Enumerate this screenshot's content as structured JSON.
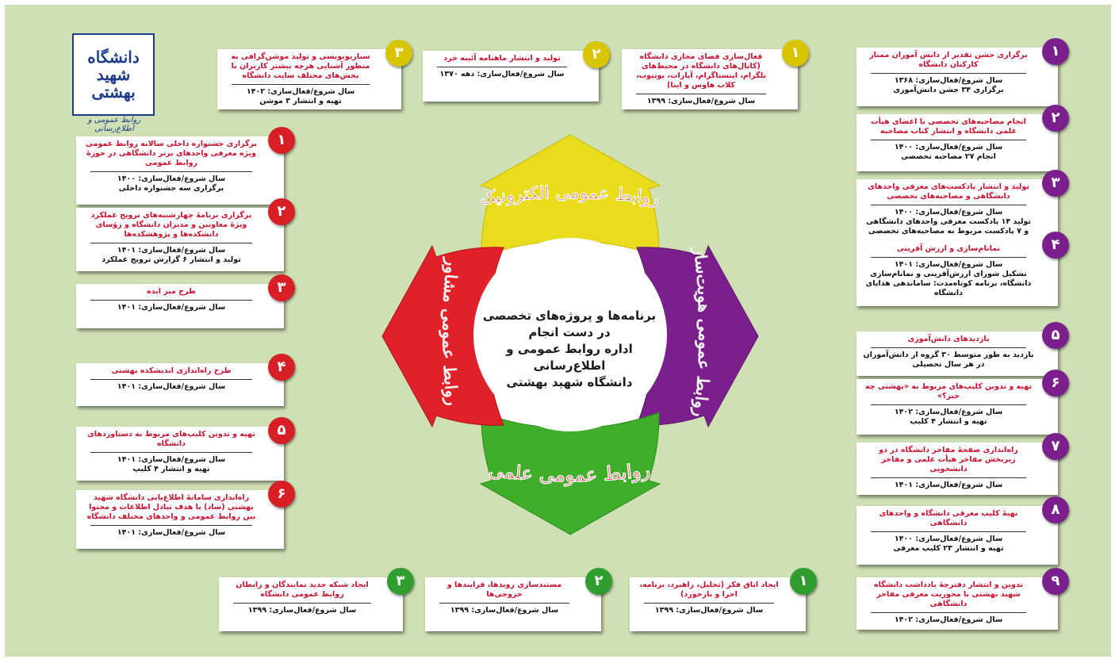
{
  "center_title": [
    "برنامه‌ها و پروژه‌های تخصصی",
    "در دست انجام",
    "اداره روابط عمومی و اطلاع‌رسانی",
    "دانشگاه شهید بهشتی"
  ],
  "logo": {
    "text": "دانشگاه شهید بهشتی",
    "subtitle": "روابط عمومی و اطلاع‌رسانی"
  },
  "sectors": {
    "top": {
      "label": "روابط عمومی الکترونیک",
      "color": "#e9dc1c"
    },
    "right": {
      "label": "روابط عمومی هویت‌ساز",
      "color": "#7a1f8c"
    },
    "bottom": {
      "label": "روابط عمومی علمی",
      "color": "#3fae2a"
    },
    "left": {
      "label": "روابط عمومی مشاور",
      "color": "#e0212a"
    }
  },
  "top_cards": [
    {
      "num": "۱",
      "title": "فعال‌سازی فضای مجازی دانشگاه (کانال‌های دانشگاه در محیط‌های تلگرام، اینستاگرام، آپارات، یوتیوب، کلاب هاوس و ایتا)",
      "details": [
        "سال شروع/فعال‌سازی: ۱۳۹۹"
      ]
    },
    {
      "num": "۲",
      "title": "تولید و انتشار ماهنامه آئینه خرد",
      "details": [
        "سال شروع/فعال‌سازی: دهه ۱۳۷۰"
      ]
    },
    {
      "num": "۳",
      "title": "سناریونویسی و تولید موشن‌گرافی به منظور آشنایی هرچه بیشتر کاربران با بخش‌های مختلف سایت دانشگاه",
      "details": [
        "سال شروع/فعال‌سازی: ۱۴۰۲",
        "تهیه و انتشار ۳ موشن"
      ]
    }
  ],
  "bottom_cards": [
    {
      "num": "۱",
      "title": "ایجاد اتاق فکر (تحلیل، راهبرد، برنامه، اجرا و بازخورد)",
      "details": [
        "سال شروع/فعال‌سازی: ۱۳۹۹"
      ]
    },
    {
      "num": "۲",
      "title": "مستندسازی روندها، فرایندها و خروجی‌ها",
      "details": [
        "سال شروع/فعال‌سازی: ۱۳۹۹"
      ]
    },
    {
      "num": "۳",
      "title": "ایجاد شبکه جدید نمایندگان و رابطان روابط عمومی دانشگاه",
      "details": [
        "سال شروع/فعال‌سازی: ۱۳۹۹"
      ]
    }
  ],
  "left_cards": [
    {
      "num": "۱",
      "title": "برگزاری جشنواره داخلی سالانه روابط عمومی ویژه معرفی واحدهای برتر دانشگاهی در حوزهٔ روابط عمومی",
      "details": [
        "سال شروع/فعال‌سازی: ۱۴۰۰",
        "برگزاری سه جشنواره داخلی"
      ]
    },
    {
      "num": "۲",
      "title": "برگزاری برنامهٔ چهارشنبه‌های ترویج عملکرد ویژهٔ معاونین و مدیران دانشگاه و رؤسای دانشکده‌ها و پژوهشکده‌ها",
      "details": [
        "سال شروع/فعال‌سازی: ۱۴۰۱",
        "تولید و انتشار ۶ گزارش ترویج عملکرد"
      ]
    },
    {
      "num": "۳",
      "title": "طرح میز ایده",
      "details": [
        "سال شروع/فعال‌سازی: ۱۴۰۱"
      ]
    },
    {
      "num": "۴",
      "title": "طرح راه‌اندازی اندیشکده بهشتی",
      "details": [
        "سال شروع/فعال‌سازی: ۱۴۰۱"
      ]
    },
    {
      "num": "۵",
      "title": "تهیه و تدوین کلیپ‌های مربوط به دستاوردهای دانشگاه",
      "details": [
        "سال شروع/فعال‌سازی: ۱۴۰۱",
        "تهیه و انتشار ۴ کلیپ"
      ]
    },
    {
      "num": "۶",
      "title": "راه‌اندازی سامانهٔ اطلاع‌یابی دانشگاه شهید بهشتی (ساد) با هدف تبادل اطلاعات و محتوا بین روابط عمومی و واحدهای مختلف دانشگاه",
      "details": [
        "سال شروع/فعال‌سازی: ۱۴۰۱"
      ]
    }
  ],
  "right_cards": [
    {
      "num": "۱",
      "title": "برگزاری جشن تقدیر از دانش آموزان ممتاز کارکنان دانشگاه",
      "details": [
        "سال شروع/فعال‌سازی: ۱۳۶۸",
        "برگزاری ۳۴ جشن دانش‌آموزی"
      ]
    },
    {
      "num": "۲",
      "title": "انجام مصاحبه‌های تخصصی با اعضای هیأت علمی دانشگاه و انتشار کتاب مصاحبه",
      "details": [
        "سال شروع/فعال‌سازی: ۱۴۰۰",
        "انجام ۲۷ مصاحبه تخصصی"
      ]
    },
    {
      "num": "۳",
      "title": "تولید و انتشار پادکست‌های معرفی واحدهای دانشگاهی و مصاحبه‌های تخصصی",
      "details": [
        "سال شروع/فعال‌سازی: ۱۴۰۰",
        "تولید ۱۴ پادکست معرفی واحدهای دانشگاهی و ۷ پادکست مربوط به مصاحبه‌های تخصصی"
      ]
    },
    {
      "num": "۴",
      "title": "نمانام‌سازی و ارزش آفرینی",
      "details": [
        "سال شروع/فعال‌سازی: ۱۴۰۱",
        "تشکیل شورای ارزش‌آفرینی و نمانام‌سازی دانشگاه، برنامه کوتاه‌مدت: ساماندهی هدایای دانشگاه"
      ]
    },
    {
      "num": "۵",
      "title": "بازدیدهای دانش‌آموزی",
      "details": [
        "بازدید به طور متوسط ۳۰ گروه از دانش‌آموزان در هر سال تحصیلی"
      ]
    },
    {
      "num": "۶",
      "title": "تهیه و تدوین کلیپ‌های مربوط به «بهشتی چه خبر؟»",
      "details": [
        "سال شروع/فعال‌سازی: ۱۴۰۲",
        "تهیه و انتشار ۴ کلیپ"
      ]
    },
    {
      "num": "۷",
      "title": "راه‌اندازی صفحهٔ مفاخر دانشگاه در دو زیربخش مفاخر هیأت علمی و مفاخر دانشجویی",
      "details": [
        "سال شروع/فعال‌سازی: ۱۴۰۱"
      ]
    },
    {
      "num": "۸",
      "title": "تهیهٔ کلیپ معرفی دانشگاه و واحدهای دانشگاهی",
      "details": [
        "سال شروع/فعال‌سازی: ۱۴۰۰",
        "تهیه و انتشار ۲۳ کلیپ معرفی"
      ]
    },
    {
      "num": "۹",
      "title": "تدوین و انتشار دفترچهٔ یادداشت دانشگاه شهید بهشتی با محوریت معرفی مفاخر دانشگاهی",
      "details": [
        "سال شروع/فعال‌سازی: ۱۴۰۲"
      ]
    }
  ]
}
